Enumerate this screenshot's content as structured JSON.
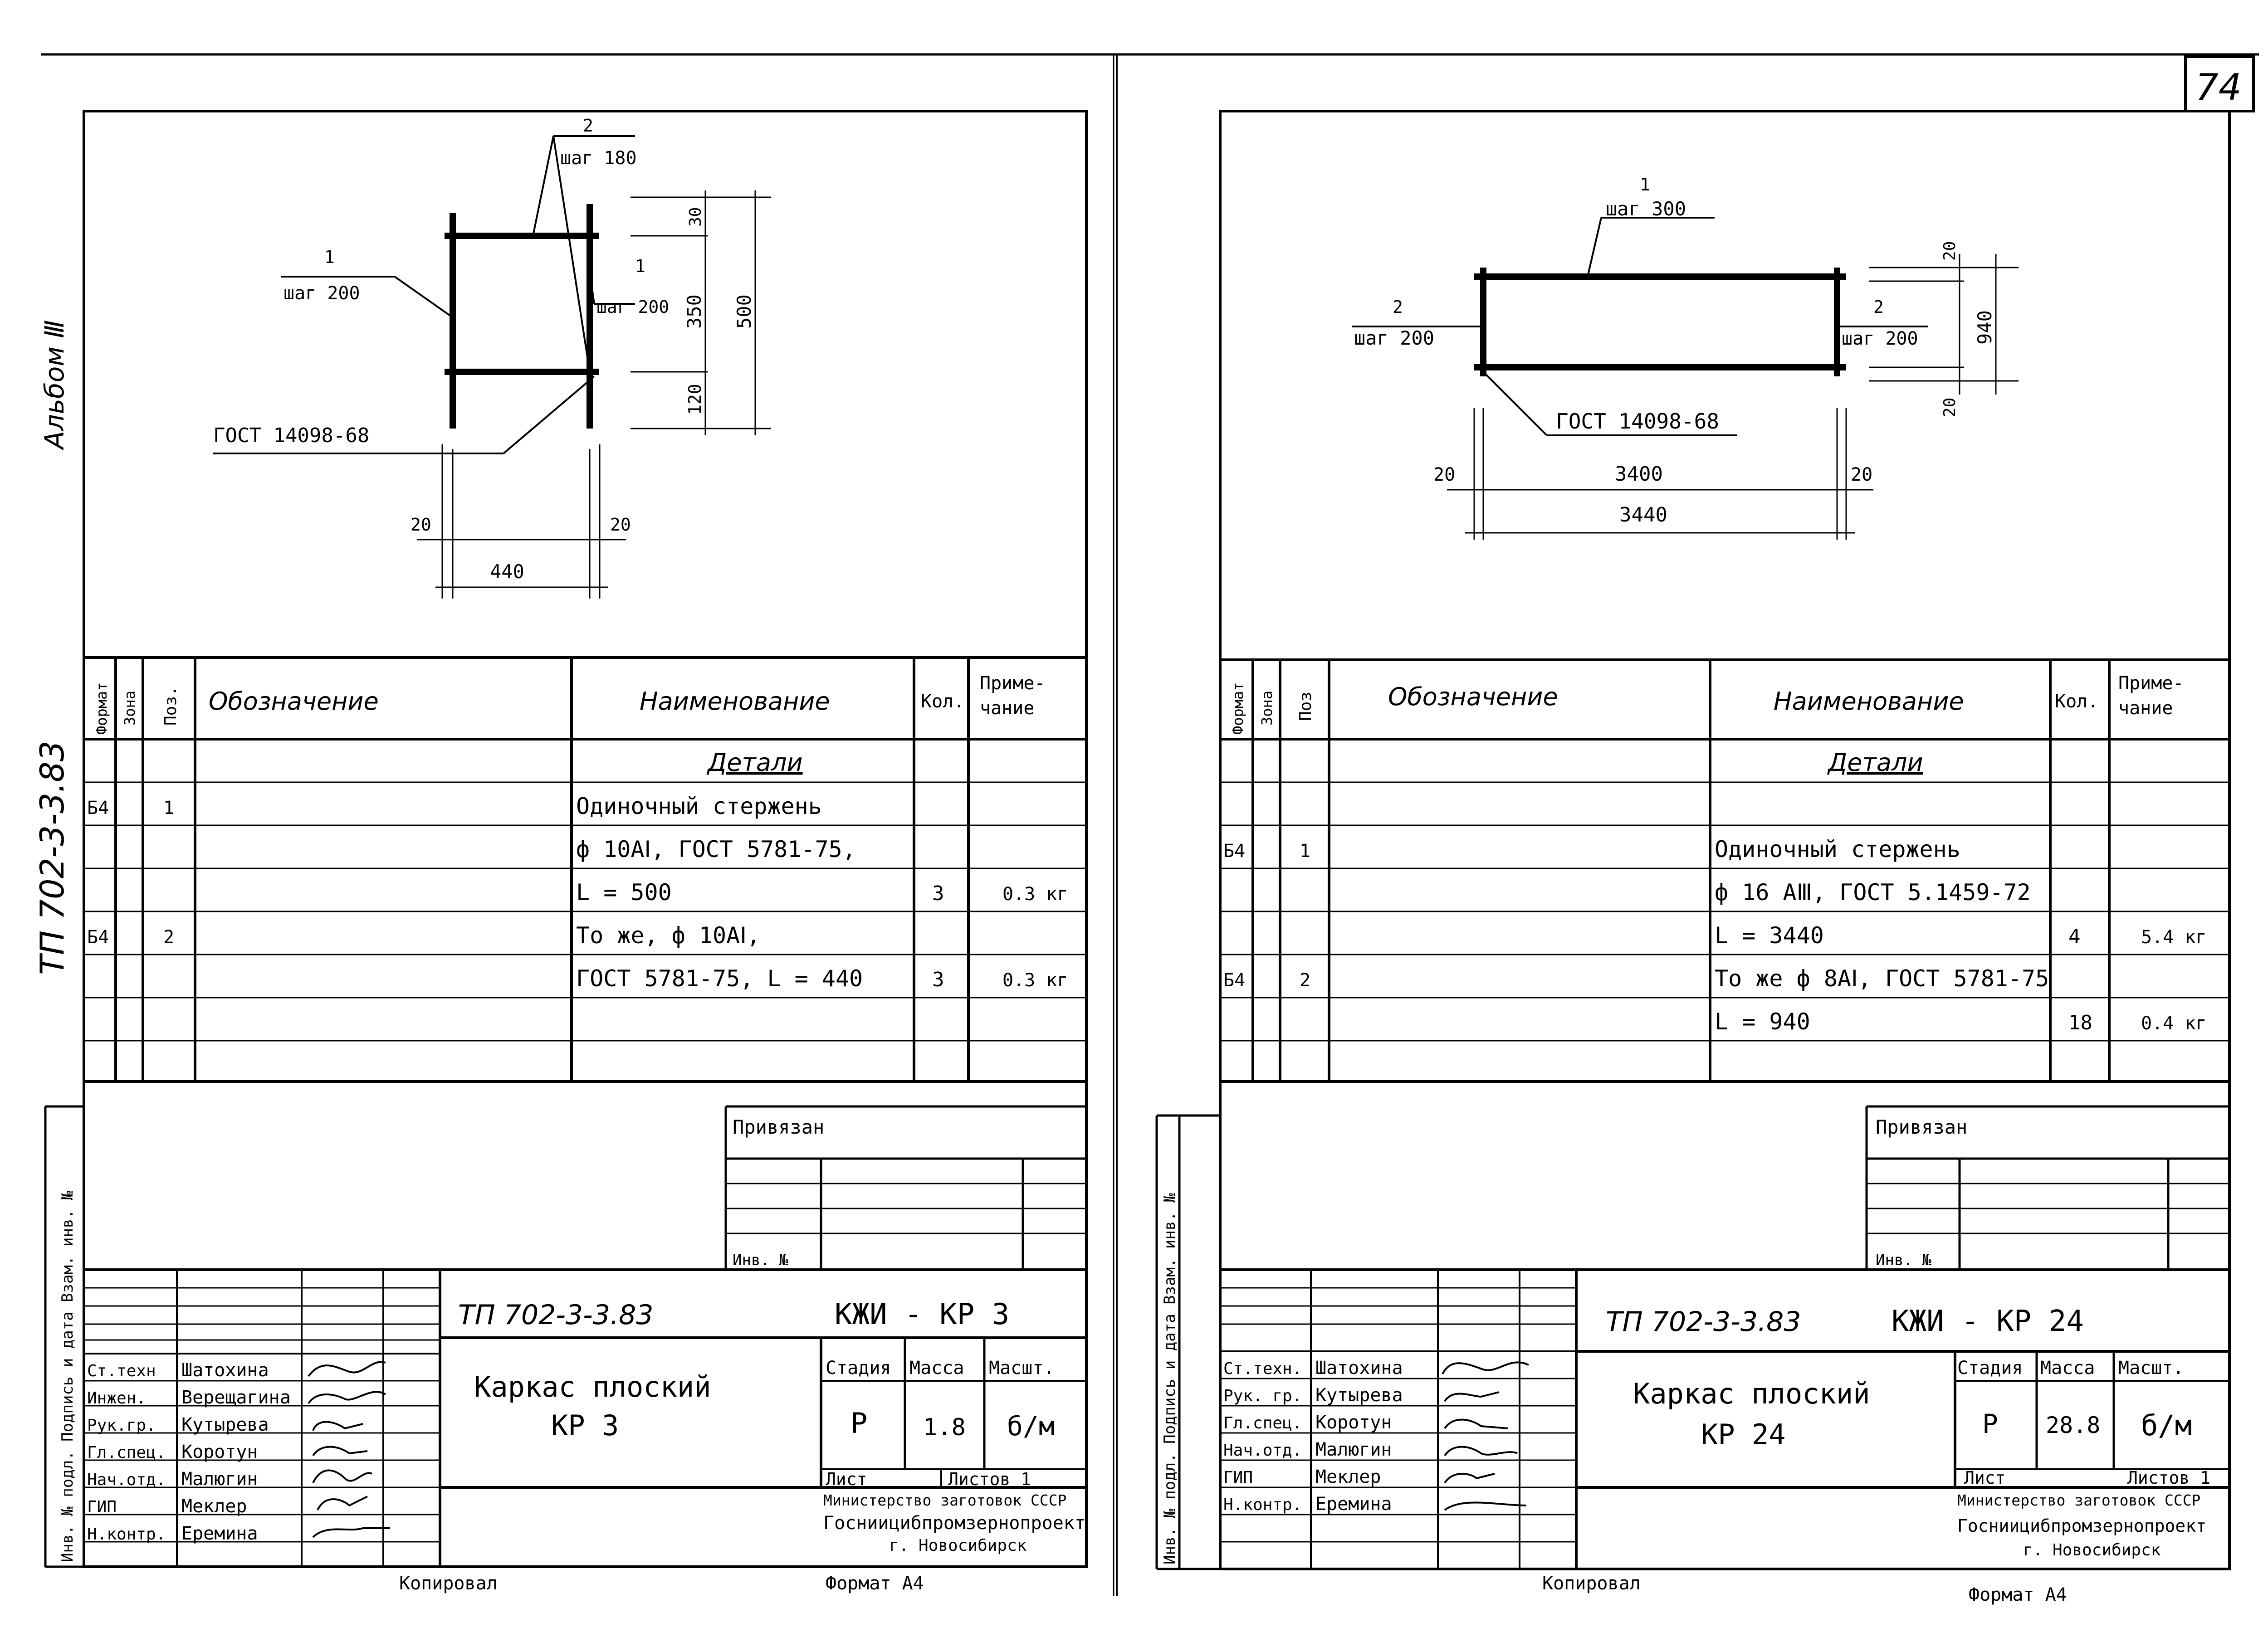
{
  "page_number": "74",
  "left": {
    "album": "Альбом Ⅲ",
    "side_code": "ТП 702-3-3.83",
    "side_stamp": "Инв. № подл.  Подпись и дата  Взам. инв. №",
    "drawing": {
      "pos2_label": "2",
      "pos2_step": "шаг 180",
      "pos1_left_label": "1",
      "pos1_left_step": "шаг 200",
      "pos1_right_label": "1",
      "pos1_right_step": "шаг 200",
      "gost": "ГОСТ 14098-68",
      "dim_30": "30",
      "dim_350": "350",
      "dim_120": "120",
      "dim_500": "500",
      "dim_20a": "20",
      "dim_20b": "20",
      "dim_440": "440"
    },
    "spec": {
      "headers": {
        "format": "Формат",
        "zone": "Зона",
        "pos": "Поз.",
        "designation": "Обозначение",
        "name": "Наименование",
        "qty": "Кол.",
        "note": "Приме-\nчание"
      },
      "rows": [
        {
          "format": "",
          "pos": "",
          "name": "Детали",
          "qty": "",
          "note": "",
          "underline": true
        },
        {
          "format": "Б4",
          "pos": "1",
          "name": "Одиночный  стержень",
          "qty": "",
          "note": ""
        },
        {
          "format": "",
          "pos": "",
          "name": "ф 10АⅠ, ГОСТ 5781-75,",
          "qty": "",
          "note": ""
        },
        {
          "format": "",
          "pos": "",
          "name": "L = 500",
          "qty": "3",
          "note": "0.3 кг"
        },
        {
          "format": "Б4",
          "pos": "2",
          "name": "То же, ф 10АⅠ,",
          "qty": "",
          "note": ""
        },
        {
          "format": "",
          "pos": "",
          "name": "ГОСТ 5781-75, L = 440",
          "qty": "3",
          "note": "0.3 кг"
        },
        {
          "format": "",
          "pos": "",
          "name": "",
          "qty": "",
          "note": ""
        },
        {
          "format": "",
          "pos": "",
          "name": "",
          "qty": "",
          "note": ""
        }
      ]
    },
    "privyazan": "Привязан",
    "inv": "Инв. №",
    "title": {
      "code": "ТП  702-3-3.83",
      "sheet_code": "КЖИ - КР 3",
      "name_line1": "Каркас  плоский",
      "name_line2": "КР 3",
      "stage_h": "Стадия",
      "mass_h": "Масса",
      "scale_h": "Масшт.",
      "stage": "Р",
      "mass": "1.8",
      "scale": "б/м",
      "sheet": "Лист",
      "sheets": "Листов 1",
      "org1": "Министерство заготовок СССР",
      "org2": "Госниицибпромзернопроект",
      "org3": "г. Новосибирск",
      "people": [
        {
          "role": "Ст.техн",
          "name": "Шатохина"
        },
        {
          "role": "Инжен.",
          "name": "Верещагина"
        },
        {
          "role": "Рук.гр.",
          "name": "Кутырева"
        },
        {
          "role": "Гл.спец.",
          "name": "Коротун"
        },
        {
          "role": "Нач.отд.",
          "name": "Малюгин"
        },
        {
          "role": "ГИП",
          "name": "Меклер"
        },
        {
          "role": "Н.контр.",
          "name": "Еремина"
        }
      ]
    },
    "copied": "Копировал",
    "format": "Формат А4"
  },
  "right": {
    "side_stamp": "Инв. № подл.  Подпись и дата  Взам. инв. №",
    "drawing": {
      "pos1_label": "1",
      "pos1_step": "шаг 300",
      "pos2_left_label": "2",
      "pos2_left_step": "шаг 200",
      "pos2_right_label": "2",
      "pos2_right_step": "шаг 200",
      "gost": "ГОСТ 14098-68",
      "dim_20_top": "20",
      "dim_940": "940",
      "dim_20_bot": "20",
      "dim_20_left": "20",
      "dim_3400": "3400",
      "dim_20_right": "20",
      "dim_3440": "3440"
    },
    "spec": {
      "headers": {
        "format": "Формат",
        "zone": "Зона",
        "pos": "Поз",
        "designation": "Обозначение",
        "name": "Наименование",
        "qty": "Кол.",
        "note": "Приме-\nчание"
      },
      "rows": [
        {
          "format": "",
          "pos": "",
          "name": "Детали",
          "qty": "",
          "note": "",
          "underline": true
        },
        {
          "format": "",
          "pos": "",
          "name": "",
          "qty": "",
          "note": ""
        },
        {
          "format": "Б4",
          "pos": "1",
          "name": "Одиночный  стержень",
          "qty": "",
          "note": ""
        },
        {
          "format": "",
          "pos": "",
          "name": "ф 16 АⅢ, ГОСТ 5.1459-72",
          "qty": "",
          "note": ""
        },
        {
          "format": "",
          "pos": "",
          "name": "L = 3440",
          "qty": "4",
          "note": "5.4 кг"
        },
        {
          "format": "Б4",
          "pos": "2",
          "name": "То же  ф 8АⅠ, ГОСТ 5781-75",
          "qty": "",
          "note": ""
        },
        {
          "format": "",
          "pos": "",
          "name": "L = 940",
          "qty": "18",
          "note": "0.4 кг"
        },
        {
          "format": "",
          "pos": "",
          "name": "",
          "qty": "",
          "note": ""
        }
      ]
    },
    "privyazan": "Привязан",
    "inv": "Инв. №",
    "title": {
      "code": "ТП  702-3-3.83",
      "sheet_code": "КЖИ - КР 24",
      "name_line1": "Каркас  плоский",
      "name_line2": "КР 24",
      "stage_h": "Стадия",
      "mass_h": "Масса",
      "scale_h": "Масшт.",
      "stage": "Р",
      "mass": "28.8",
      "scale": "б/м",
      "sheet": "Лист",
      "sheets": "Листов 1",
      "org1": "Министерство заготовок СССР",
      "org2": "Госниицибпромзернопроект",
      "org3": "г. Новосибирск",
      "people": [
        {
          "role": "Ст.техн.",
          "name": "Шатохина"
        },
        {
          "role": "Рук. гр.",
          "name": "Кутырева"
        },
        {
          "role": "Гл.спец.",
          "name": "Коротун"
        },
        {
          "role": "Нач.отд.",
          "name": "Малюгин"
        },
        {
          "role": "ГИП",
          "name": "Меклер"
        },
        {
          "role": "Н.контр.",
          "name": "Еремина"
        }
      ]
    },
    "copied": "Копировал",
    "format": "Формат А4"
  }
}
